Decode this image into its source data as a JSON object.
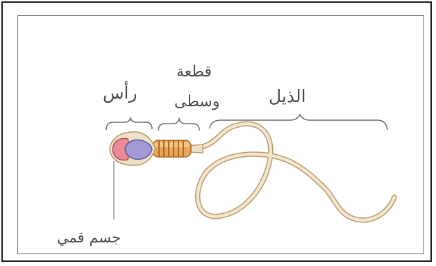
{
  "labels": {
    "head": "رأس",
    "midpiece_line1": "قطعة",
    "midpiece_line2": "وسطى",
    "tail": "الذيل",
    "acrosome": "جسم قمي"
  },
  "colors": {
    "frame": "#1a1a1a",
    "bracket": "#6e6e6e",
    "tail_outer": "#b89a72",
    "tail_inner": "#f3e6cc",
    "head_outer": "#efe1c7",
    "acrosome_fill": "#e98a96",
    "nucleus_fill": "#a29ad6",
    "midpiece_fill": "#e8a65a"
  }
}
